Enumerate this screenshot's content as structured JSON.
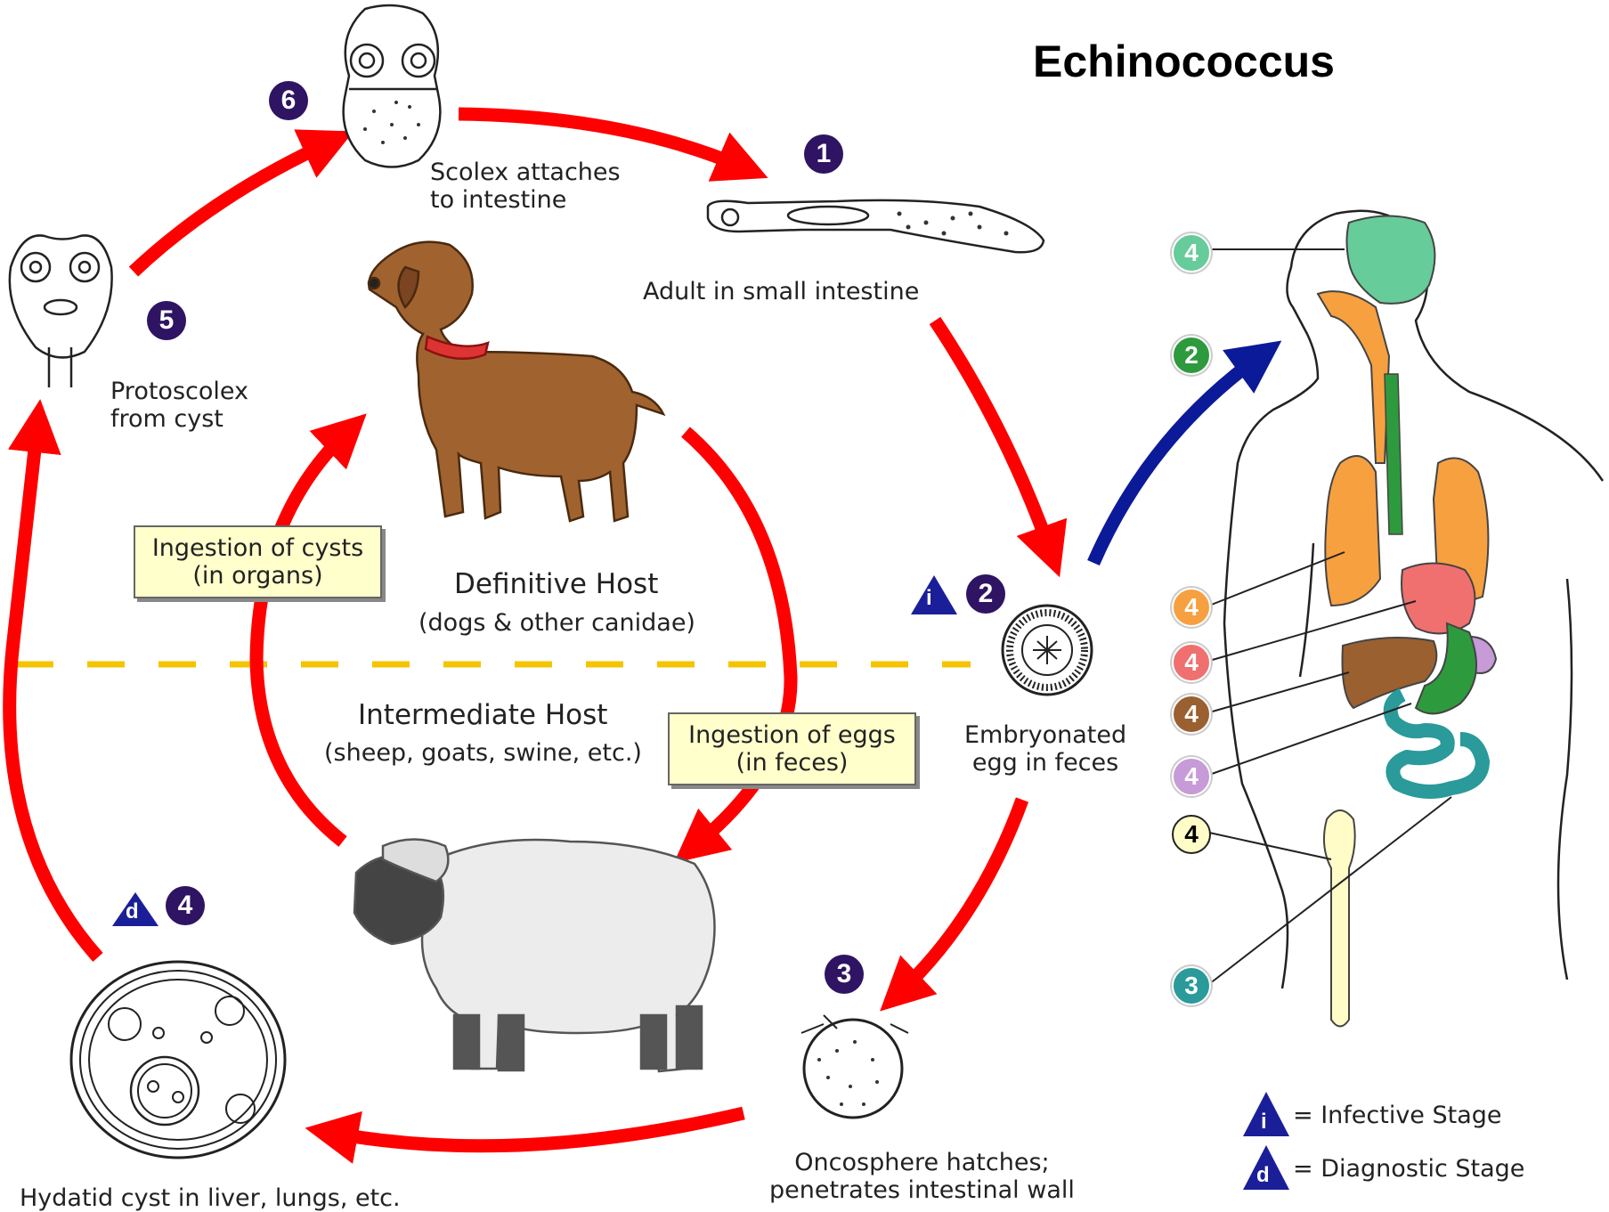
{
  "title": "Echinococcus",
  "labels": {
    "scolex": "Scolex attaches\nto intestine",
    "adult": "Adult in small intestine",
    "protoscolex": "Protoscolex\nfrom cyst",
    "definitive_host": "Definitive Host",
    "definitive_host_sub": "(dogs & other canidae)",
    "intermediate_host": "Intermediate Host",
    "intermediate_host_sub": "(sheep, goats, swine, etc.)",
    "embryonated_egg": "Embryonated\negg in feces",
    "oncosphere": "Oncosphere hatches;\npenetrates intestinal wall",
    "hydatid": "Hydatid cyst in liver, lungs, etc."
  },
  "boxes": {
    "cysts": "Ingestion of cysts\n(in organs)",
    "eggs": "Ingestion of eggs\n(in feces)"
  },
  "stage_numbers": {
    "s1": "1",
    "s2": "2",
    "s3": "3",
    "s4": "4",
    "s5": "5",
    "s6": "6"
  },
  "stage_markers": {
    "infective": "i",
    "diagnostic": "d"
  },
  "human_markers": [
    {
      "num": "4",
      "color": "#66cc99",
      "organ": "brain"
    },
    {
      "num": "2",
      "color": "#2e9a3e",
      "organ": "mouth"
    },
    {
      "num": "4",
      "color": "#f7a040",
      "organ": "lungs"
    },
    {
      "num": "4",
      "color": "#f07070",
      "organ": "heart"
    },
    {
      "num": "4",
      "color": "#9a6030",
      "organ": "liver"
    },
    {
      "num": "4",
      "color": "#c79ad8",
      "organ": "spleen"
    },
    {
      "num": "4",
      "color": "#fffcc8",
      "organ": "bone"
    },
    {
      "num": "3",
      "color": "#2a9a9a",
      "organ": "intestine"
    }
  ],
  "legend": {
    "infective": "= Infective Stage",
    "diagnostic": "= Diagnostic Stage"
  },
  "colors": {
    "arrow": "#ff0000",
    "human_arrow": "#0b1a99",
    "divider": "#f5c400",
    "badge": "#2e1463",
    "triangle": "#1a1f99"
  }
}
